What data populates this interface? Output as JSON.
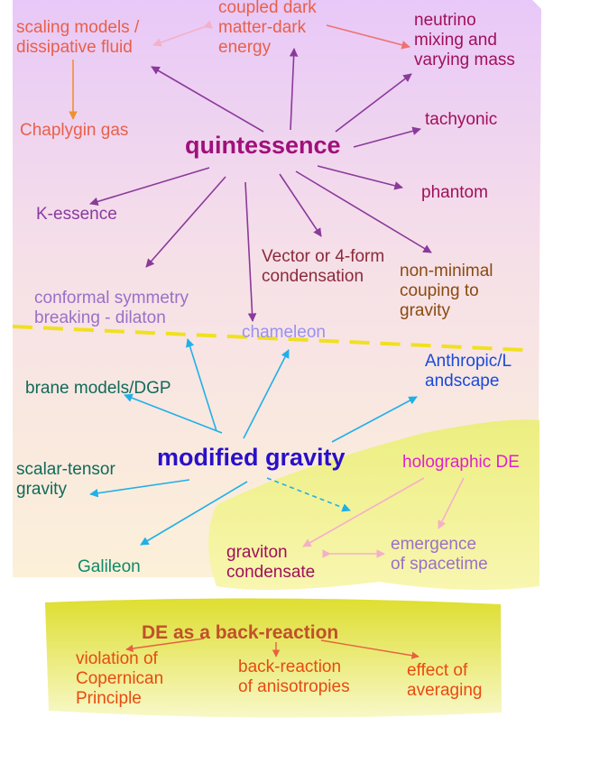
{
  "nodes": {
    "quintessence": {
      "text": "quintessence",
      "color": "#a0107a"
    },
    "scaling_models": {
      "text": "scaling models /\ndissipative fluid",
      "color": "#e8604a"
    },
    "coupled_dark": {
      "text": "coupled dark\nmatter-dark\nenergy",
      "color": "#e8604a"
    },
    "neutrino": {
      "text": "neutrino\nmixing and\nvarying mass",
      "color": "#a0105a"
    },
    "chaplygin": {
      "text": "Chaplygin gas",
      "color": "#e8604a"
    },
    "tachyonic": {
      "text": "tachyonic",
      "color": "#a0105a"
    },
    "phantom": {
      "text": "phantom",
      "color": "#a0105a"
    },
    "k_essence": {
      "text": "K-essence",
      "color": "#8a3aa0"
    },
    "vector": {
      "text": "Vector or 4-form\ncondensation",
      "color": "#8a2a3a"
    },
    "non_minimal": {
      "text": "non-minimal\ncouping to\ngravity",
      "color": "#8a4a10"
    },
    "conformal": {
      "text": "conformal symmetry\nbreaking - dilaton",
      "color": "#9a70c8"
    },
    "chameleon": {
      "text": "chameleon",
      "color": "#9a90f0"
    },
    "anthropic": {
      "text": "Anthropic/L\nandscape",
      "color": "#1a4ad8"
    },
    "brane": {
      "text": "brane models/DGP",
      "color": "#106a5a"
    },
    "modified_gravity": {
      "text": "modified gravity",
      "color": "#2a10c8"
    },
    "scalar_tensor": {
      "text": "scalar-tensor\ngravity",
      "color": "#106a5a"
    },
    "holographic": {
      "text": "holographic DE",
      "color": "#e020d0"
    },
    "galileon": {
      "text": "Galileon",
      "color": "#108a6a"
    },
    "graviton": {
      "text": "graviton\ncondensate",
      "color": "#a0105a"
    },
    "emergence": {
      "text": "emergence\nof spacetime",
      "color": "#9a70c8"
    },
    "backreaction_title": {
      "text": "DE as a back-reaction",
      "color": "#c0502a"
    },
    "violation": {
      "text": "violation of\nCopernican\nPrinciple",
      "color": "#e84a10"
    },
    "backreaction_aniso": {
      "text": "back-reaction\nof anisotropies",
      "color": "#e84a10"
    },
    "effect_averaging": {
      "text": "effect of\naveraging",
      "color": "#e84a10"
    }
  },
  "colors": {
    "quintessence_arrows": "#8a3a9a",
    "modified_gravity_arrows": "#20b0e8",
    "salmon_arrows": "#f07070",
    "pink_arrows": "#f4b0c8",
    "orange_arrow": "#f09030",
    "divider": "#f0e020",
    "backreaction_arrows": "#e86040"
  }
}
